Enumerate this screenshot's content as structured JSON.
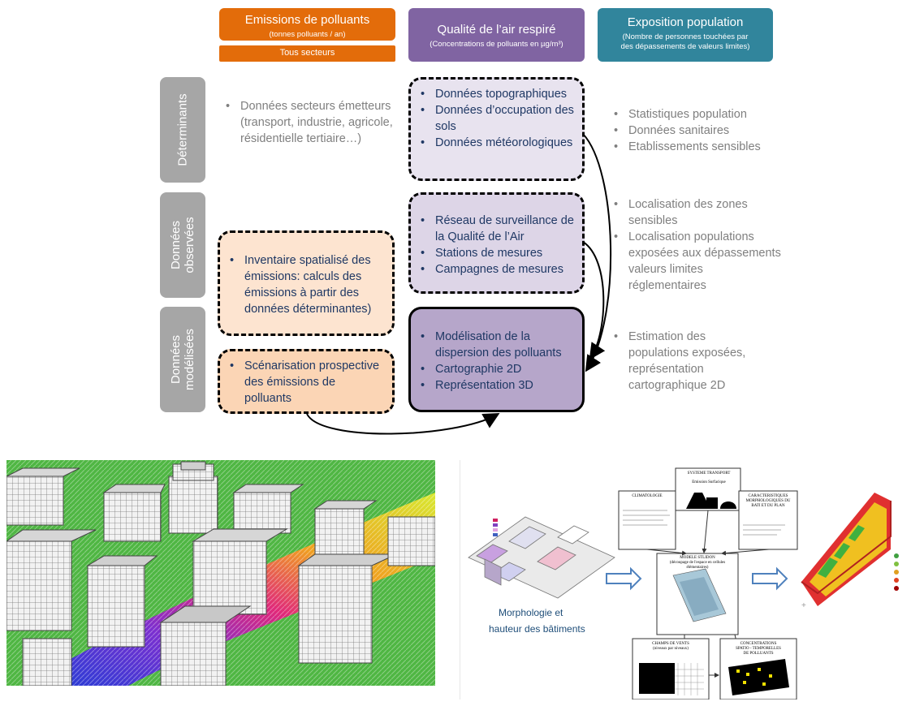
{
  "headers": {
    "emissions": {
      "title": "Emissions de polluants",
      "subtitle": "(tonnes polluants / an)",
      "sub_bar": "Tous secteurs"
    },
    "air": {
      "title": "Qualité de l’air respiré",
      "subtitle": "(Concentrations de polluants en µg/m³)"
    },
    "exposition": {
      "title": "Exposition population",
      "subtitle_line1": "(Nombre de personnes touchées par",
      "subtitle_line2": "des dépassements de valeurs limites)"
    }
  },
  "rows": {
    "determinants": "Déterminants",
    "observees_line1": "Données",
    "observees_line2": "observées",
    "modelisees_line1": "Données",
    "modelisees_line2": "modélisées"
  },
  "cells": {
    "emis_determinants": [
      "Données secteurs émetteurs (transport, industrie, agricole, résidentielle tertiaire…)"
    ],
    "air_determinants": [
      "Données topographiques",
      "Données d’occupation des sols",
      "Données météorologiques"
    ],
    "expo_determinants": [
      "Statistiques population",
      "Données sanitaires",
      "Etablissements sensibles"
    ],
    "emis_observees": [
      "Inventaire spatialisé des émissions: calculs des émissions à partir des données déterminantes)"
    ],
    "air_observees": [
      "Réseau de surveillance de la Qualité de l’Air",
      "Stations de mesures",
      "Campagnes de mesures"
    ],
    "expo_observees": [
      "Localisation des zones sensibles",
      "Localisation populations exposées aux dépassements valeurs limites réglementaires"
    ],
    "emis_modelisees": [
      "Scénarisation prospective des émissions de polluants"
    ],
    "air_modelisees": [
      "Modélisation de la dispersion des polluants",
      "Cartographie 2D",
      "Représentation 3D"
    ],
    "expo_modelisees": [
      "Estimation des populations exposées, représentation cartographique 2D"
    ]
  },
  "bottom_right": {
    "caption_line1": "Morphologie et",
    "caption_line2": "hauteur des bâtiments",
    "box_transport": "SYSTEME TRANSPORT",
    "box_transport_sub": "Emission Surfacique",
    "box_clim": "CLIMATOLOGIE",
    "box_caract_line1": "CARACTERISTIQUES",
    "box_caract_line2": "MORPHOLOGIQUES DU",
    "box_caract_line3": "BATI ET DU PLAN",
    "box_model": "MODELE STLIDON",
    "box_model_sub": "(découpage de l'espace en cellules élémentaires)",
    "box_vents": "CHAMPS DE VENTS",
    "box_vents_sub": "(niveaux par niveaux)",
    "box_conc_line1": "CONCENTRATIONS",
    "box_conc_line2": "SPATIO - TEMPORELLES",
    "box_conc_line3": "DE POLLUANTS"
  },
  "colors": {
    "orange": "#e36c0a",
    "purple": "#8064a2",
    "teal": "#31859c",
    "row_grey": "#a6a6a6",
    "text_blue": "#1f3864",
    "text_grey": "#7f7f7f"
  }
}
